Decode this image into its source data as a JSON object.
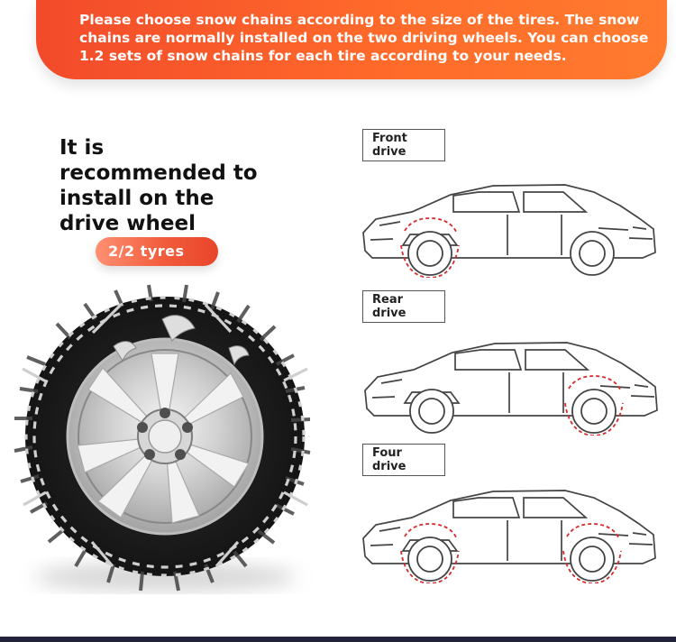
{
  "banner": {
    "text": "Please choose snow chains according to the size of the tires. The snow chains are normally installed on the two driving wheels. You can choose 1.2 sets of snow chains for each tire according to your needs."
  },
  "left_panel": {
    "headline": "It is recommended to install on the drive wheel",
    "badge": "2/2 tyres"
  },
  "drive_types": [
    {
      "line1": "Front",
      "line2": "drive"
    },
    {
      "line1": "Rear",
      "line2": "drive"
    },
    {
      "line1": "Four",
      "line2": "drive"
    }
  ],
  "icons": {
    "tire": "snow-chain-tire-icon",
    "car": "sedan-outline-icon"
  },
  "colors": {
    "banner_start": "#f24a2b",
    "banner_end": "#ff7b2f",
    "highlight": "#d62c2c",
    "text_dark": "#111111"
  }
}
